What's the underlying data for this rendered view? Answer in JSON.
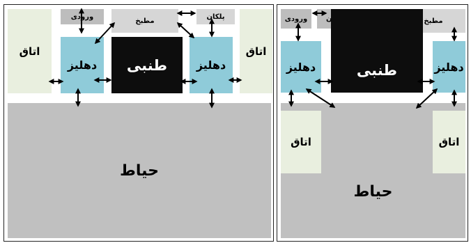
{
  "labels": {
    "hayat": "حیاط",
    "tanabi": "طنبی",
    "dahliz": "دهلیز",
    "otagh": "اتاق",
    "matbakh": "مطبخ",
    "vorudi": "ورودی",
    "pelkan": "پلکان"
  },
  "colors": {
    "yard": "#c0c0c0",
    "room": "#e9efdf",
    "hall": "#8fcbd9",
    "tanabi": "#0d0d0d",
    "service": "#d6d6d6",
    "service_dark": "#bdbdbd",
    "arrow": "#000000"
  }
}
